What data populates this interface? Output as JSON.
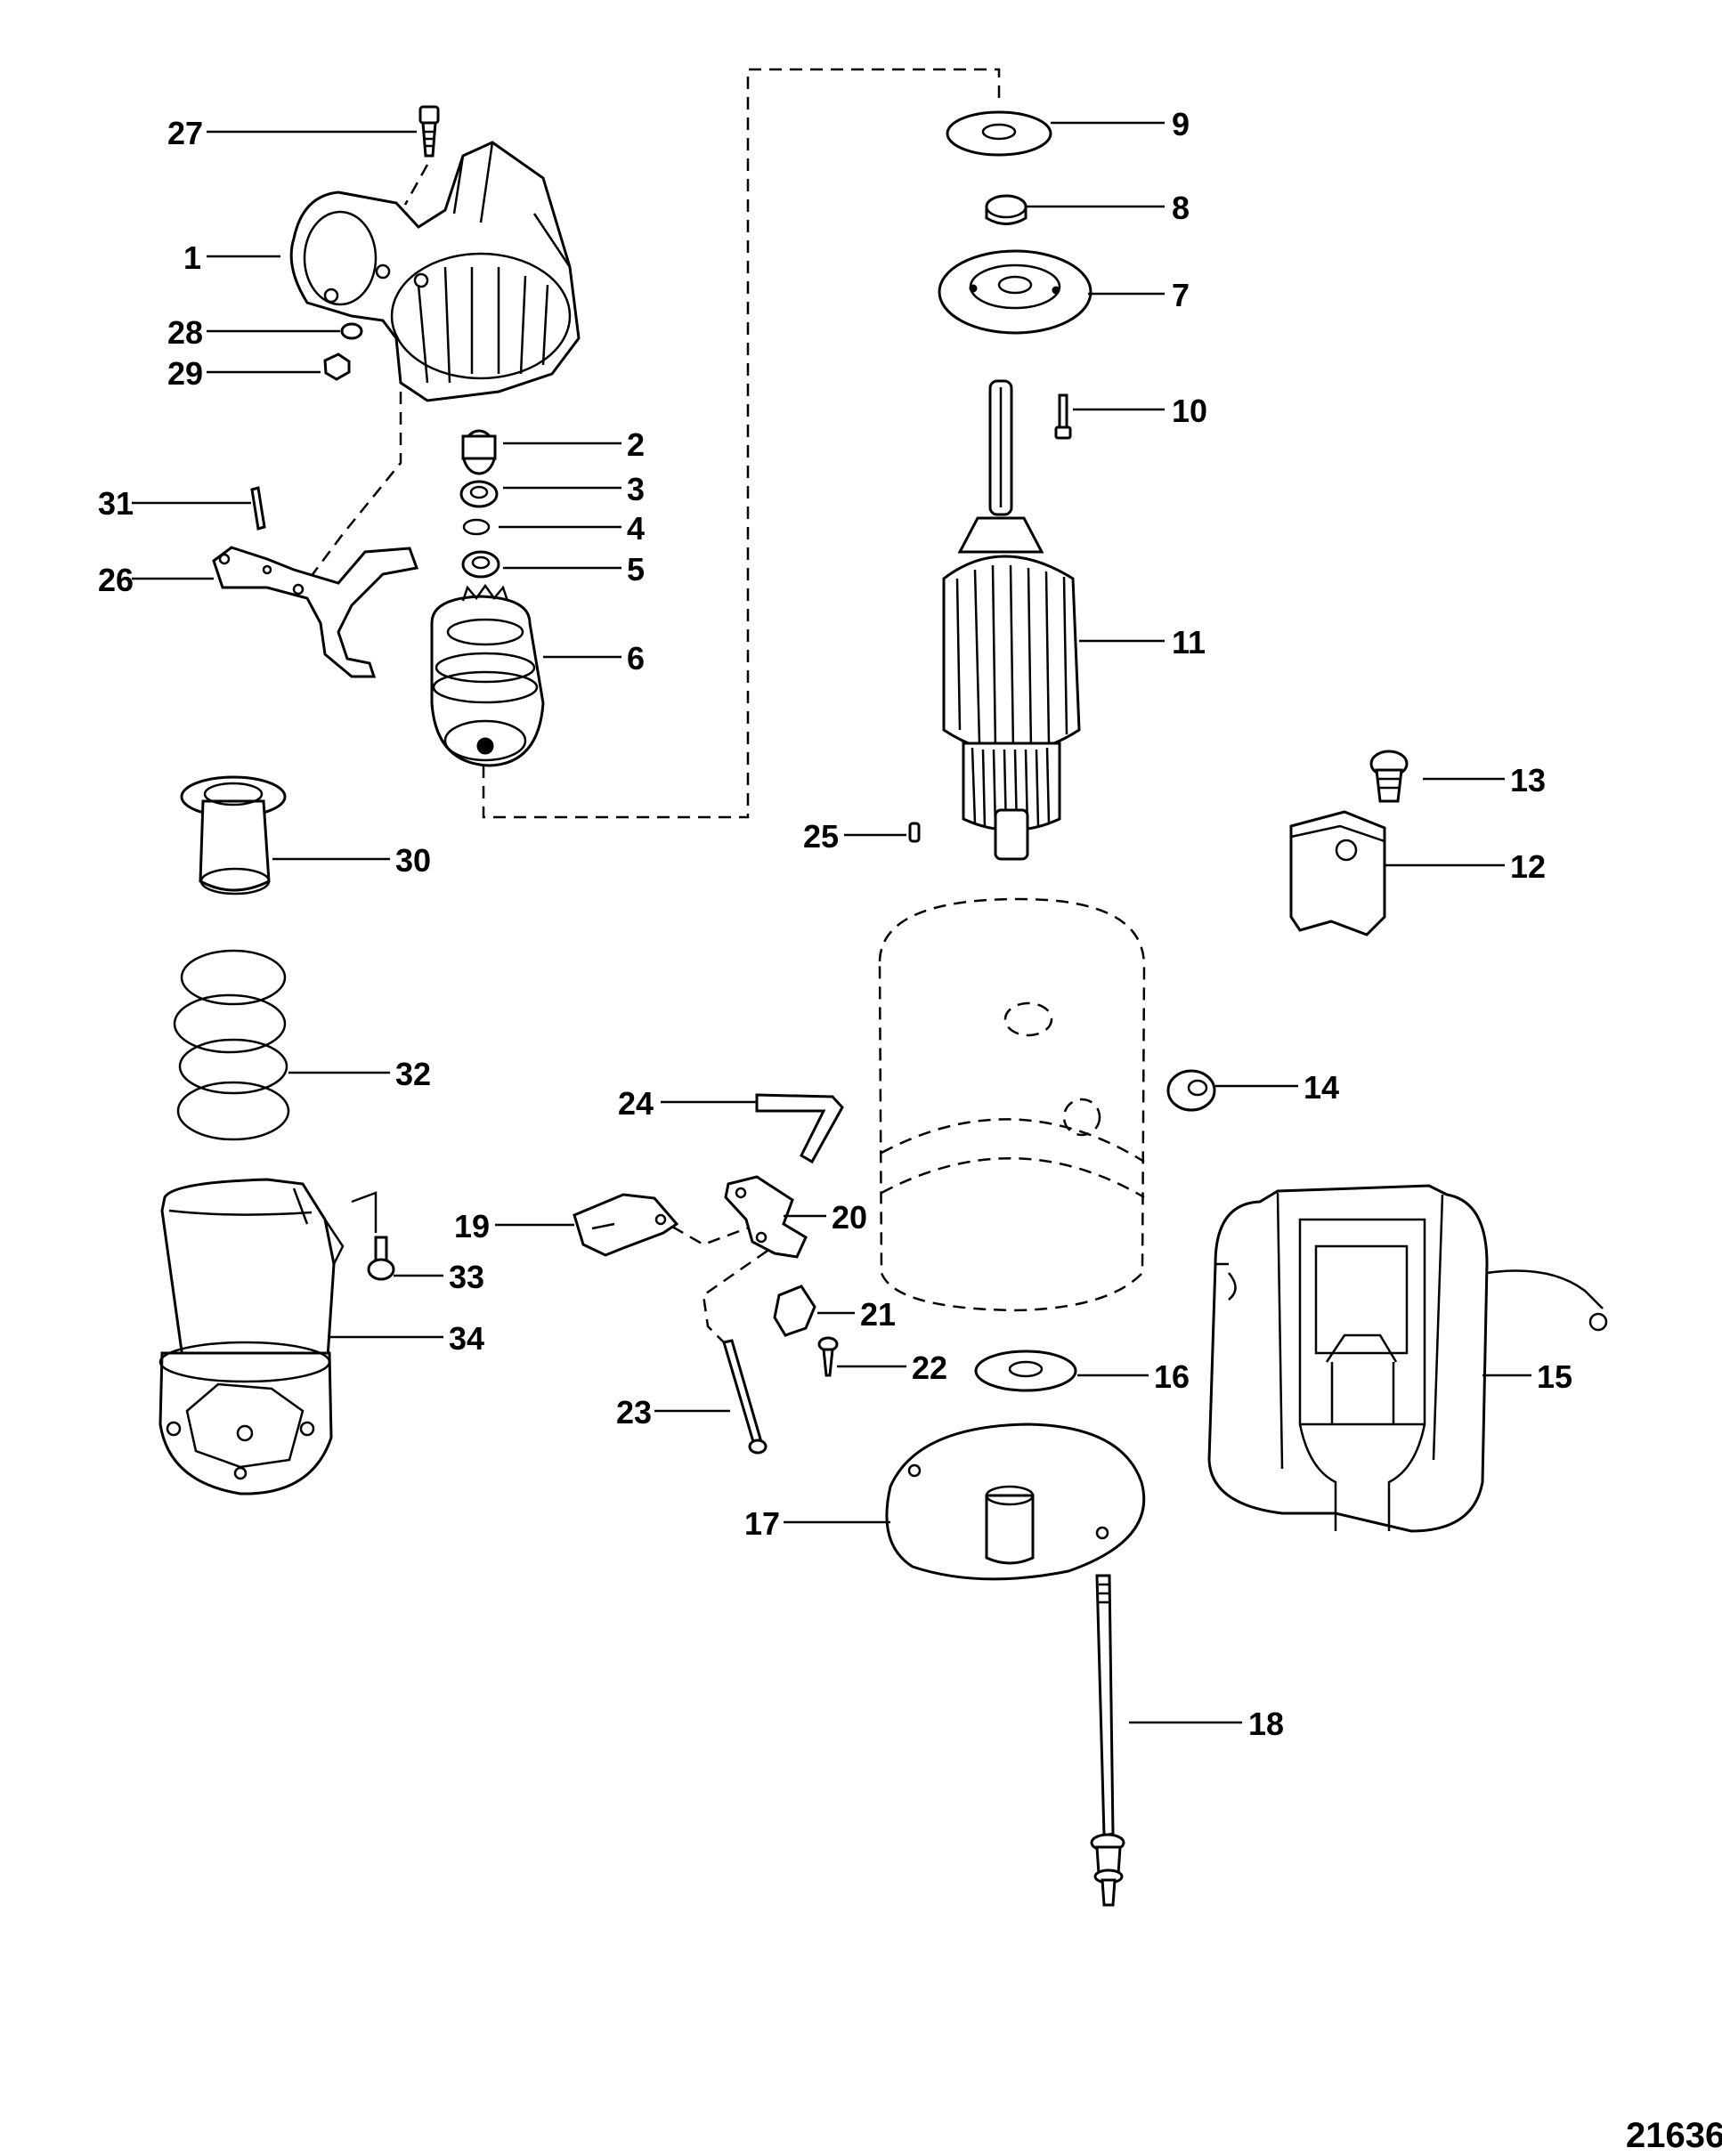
{
  "callouts": {
    "c1": "1",
    "c2": "2",
    "c3": "3",
    "c4": "4",
    "c5": "5",
    "c6": "6",
    "c7": "7",
    "c8": "8",
    "c9": "9",
    "c10": "10",
    "c11": "11",
    "c12": "12",
    "c13": "13",
    "c14": "14",
    "c15": "15",
    "c16": "16",
    "c17": "17",
    "c18": "18",
    "c19": "19",
    "c20": "20",
    "c21": "21",
    "c22": "22",
    "c23": "23",
    "c24": "24",
    "c25": "25",
    "c26": "26",
    "c27": "27",
    "c28": "28",
    "c29": "29",
    "c30": "30",
    "c31": "31",
    "c32": "32",
    "c33": "33",
    "c34": "34"
  },
  "figure_number": "21636"
}
